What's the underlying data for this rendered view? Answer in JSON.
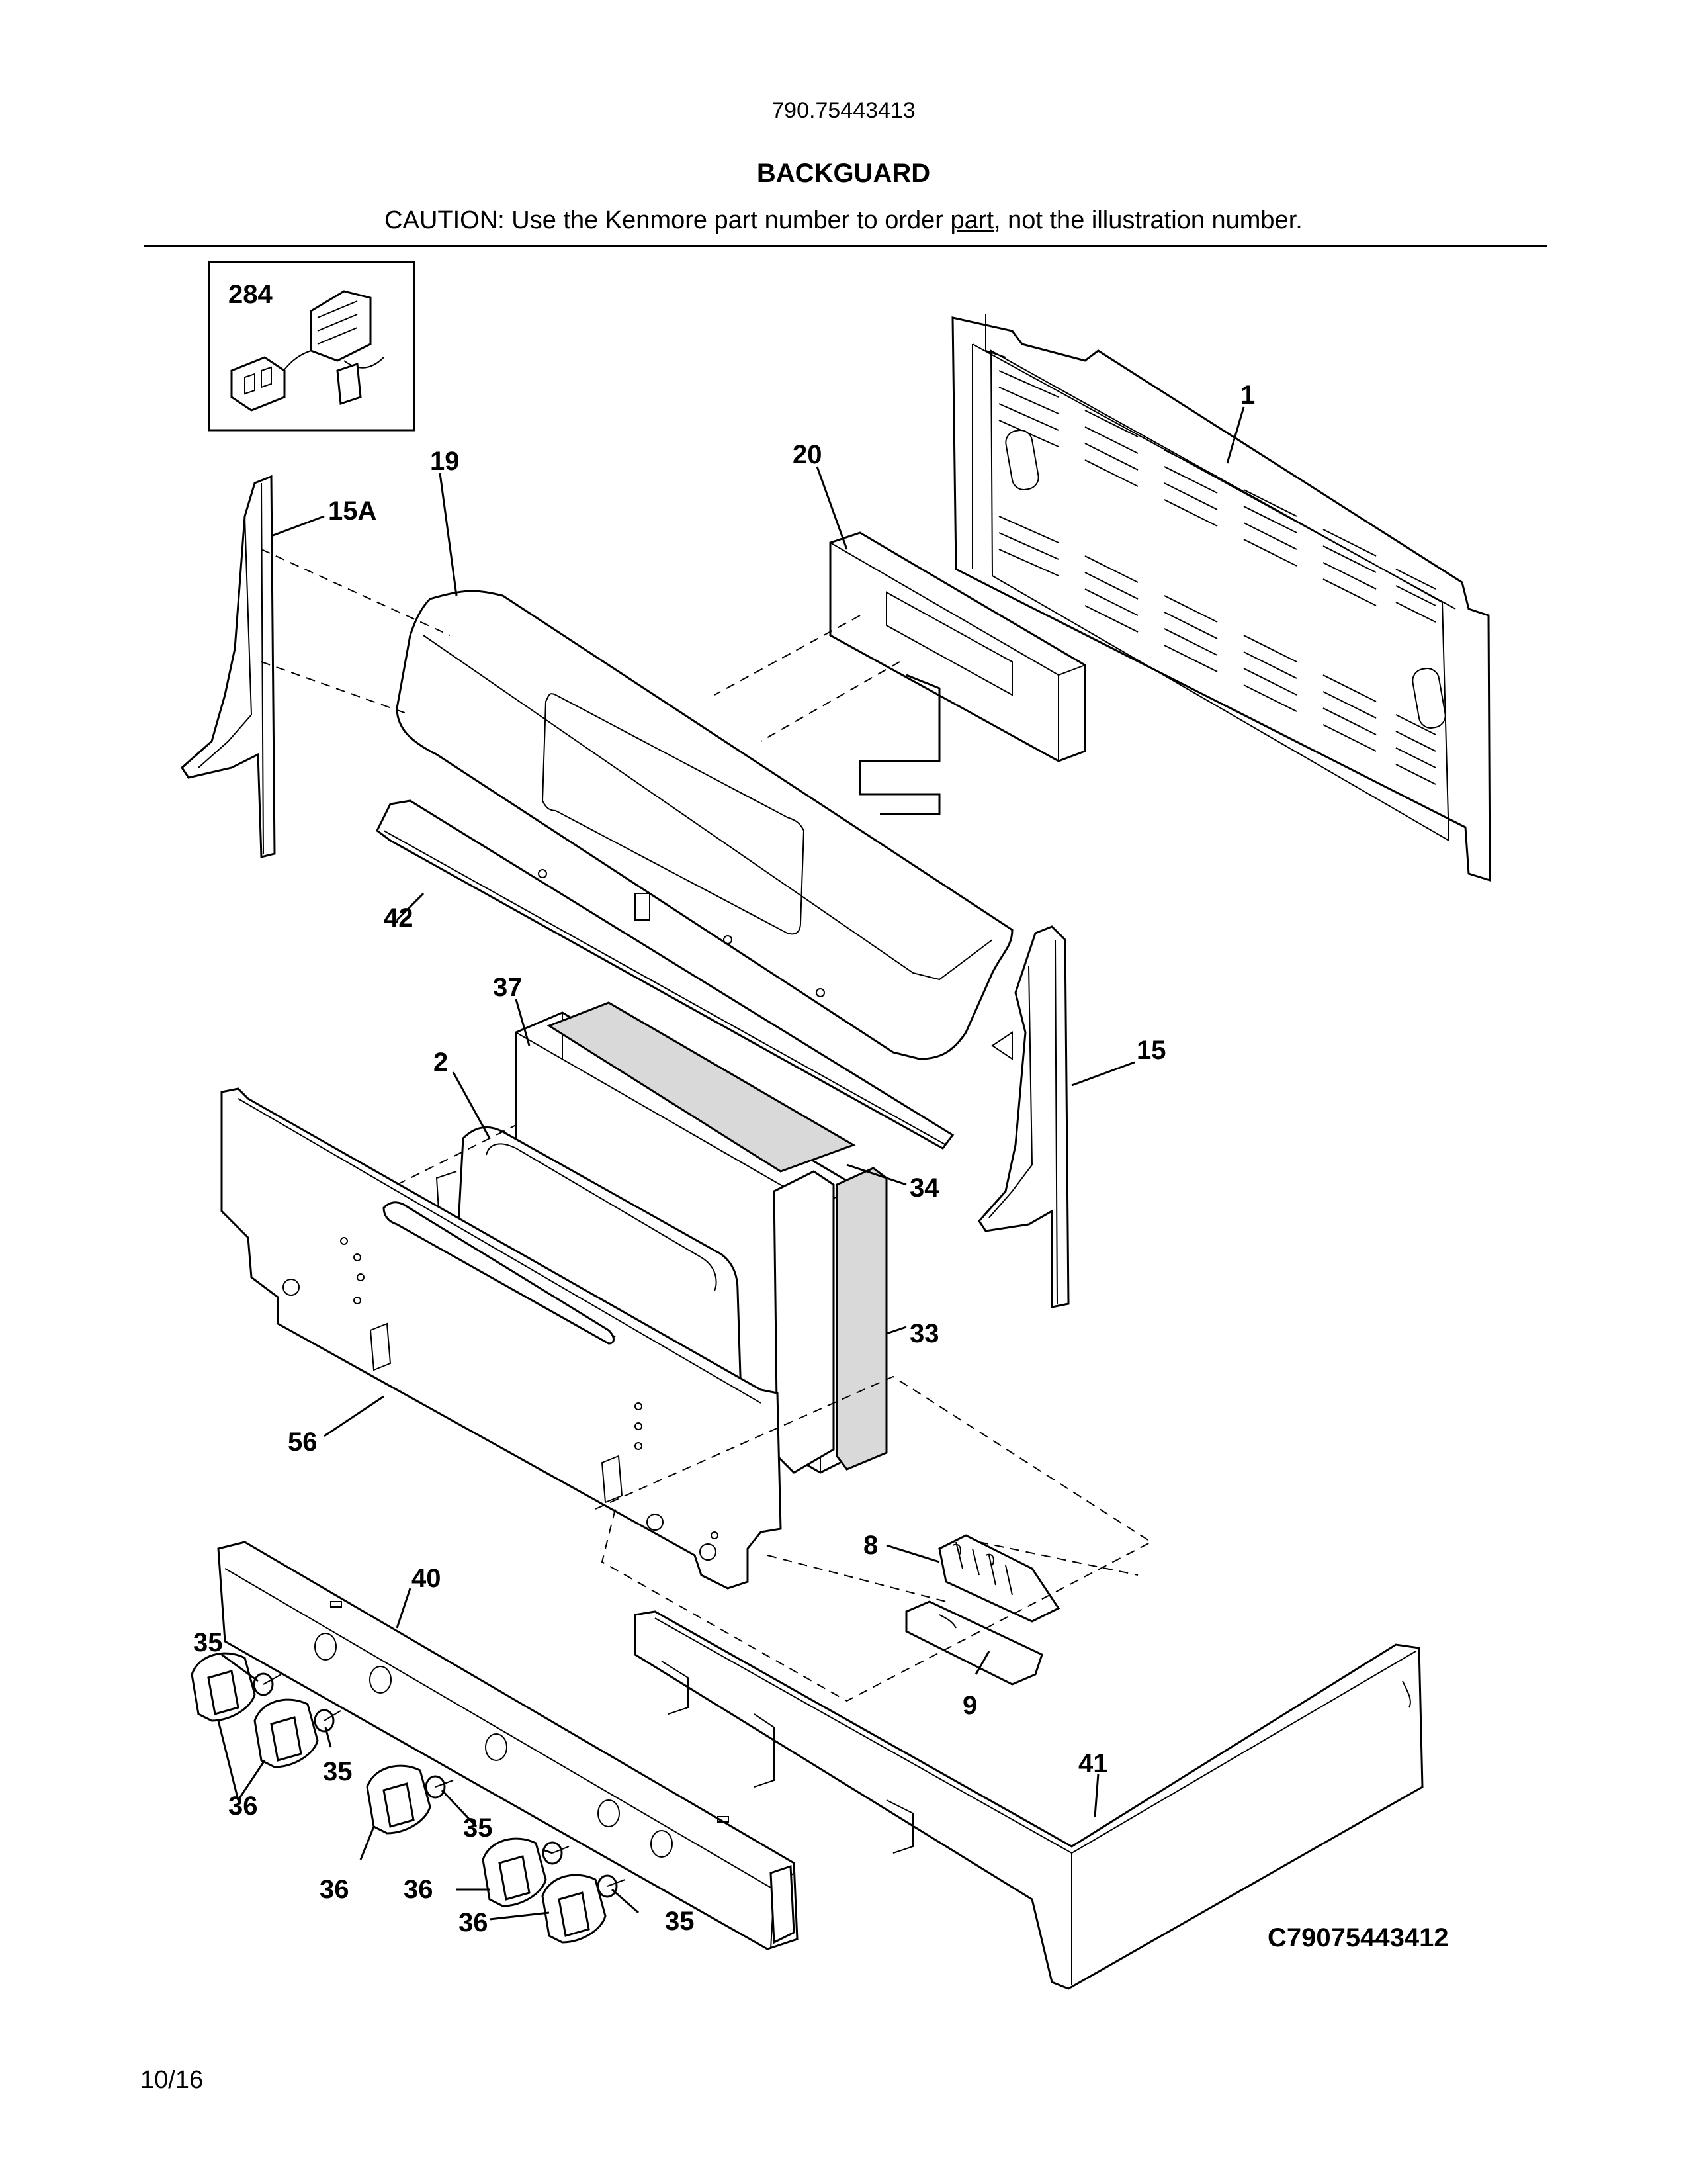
{
  "header": {
    "model_number": "790.75443413",
    "title": "BACKGUARD",
    "caution_before": "CAUTION: Use the Kenmore part number to order ",
    "caution_link": "part",
    "caution_after": ", not the illustration number."
  },
  "diagram": {
    "callouts": [
      "284",
      "1",
      "19",
      "20",
      "15A",
      "42",
      "37",
      "15",
      "2",
      "34",
      "33",
      "56",
      "8",
      "40",
      "35",
      "9",
      "36",
      "41"
    ]
  },
  "footer": {
    "drawing_code": "C79075443412",
    "page": "10/16"
  }
}
